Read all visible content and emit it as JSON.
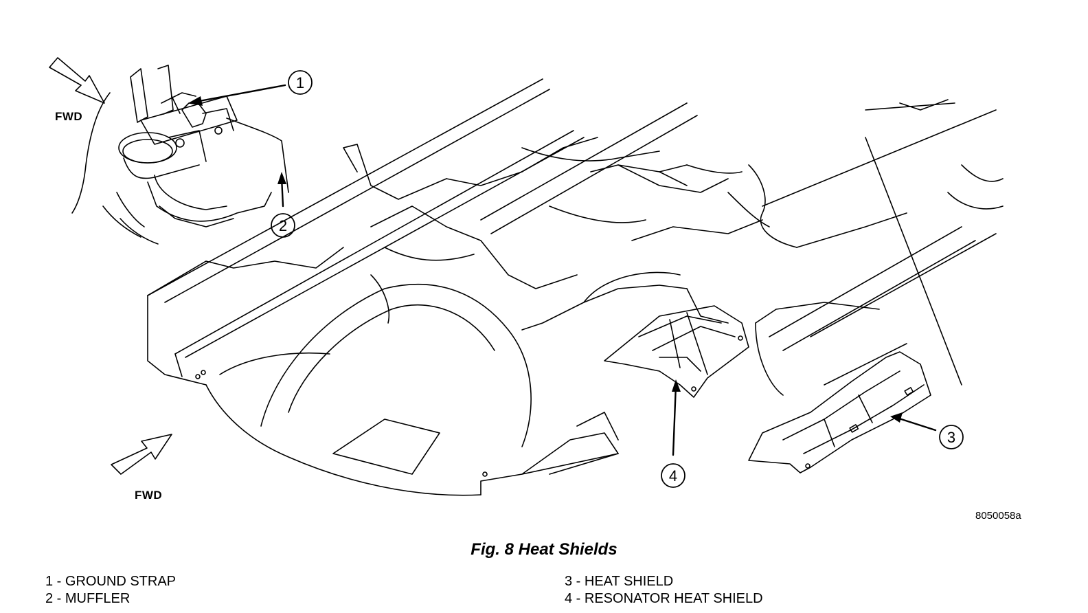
{
  "diagram": {
    "fwd_label_top": "FWD",
    "fwd_label_bottom": "FWD",
    "figure_id": "8050058a",
    "callouts": [
      {
        "num": "1"
      },
      {
        "num": "2"
      },
      {
        "num": "3"
      },
      {
        "num": "4"
      }
    ]
  },
  "caption": "Fig. 8 Heat Shields",
  "legend": [
    {
      "text": "1 - GROUND STRAP"
    },
    {
      "text": "2 - MUFFLER"
    },
    {
      "text": "3 - HEAT SHIELD"
    },
    {
      "text": "4 - RESONATOR HEAT SHIELD"
    }
  ]
}
